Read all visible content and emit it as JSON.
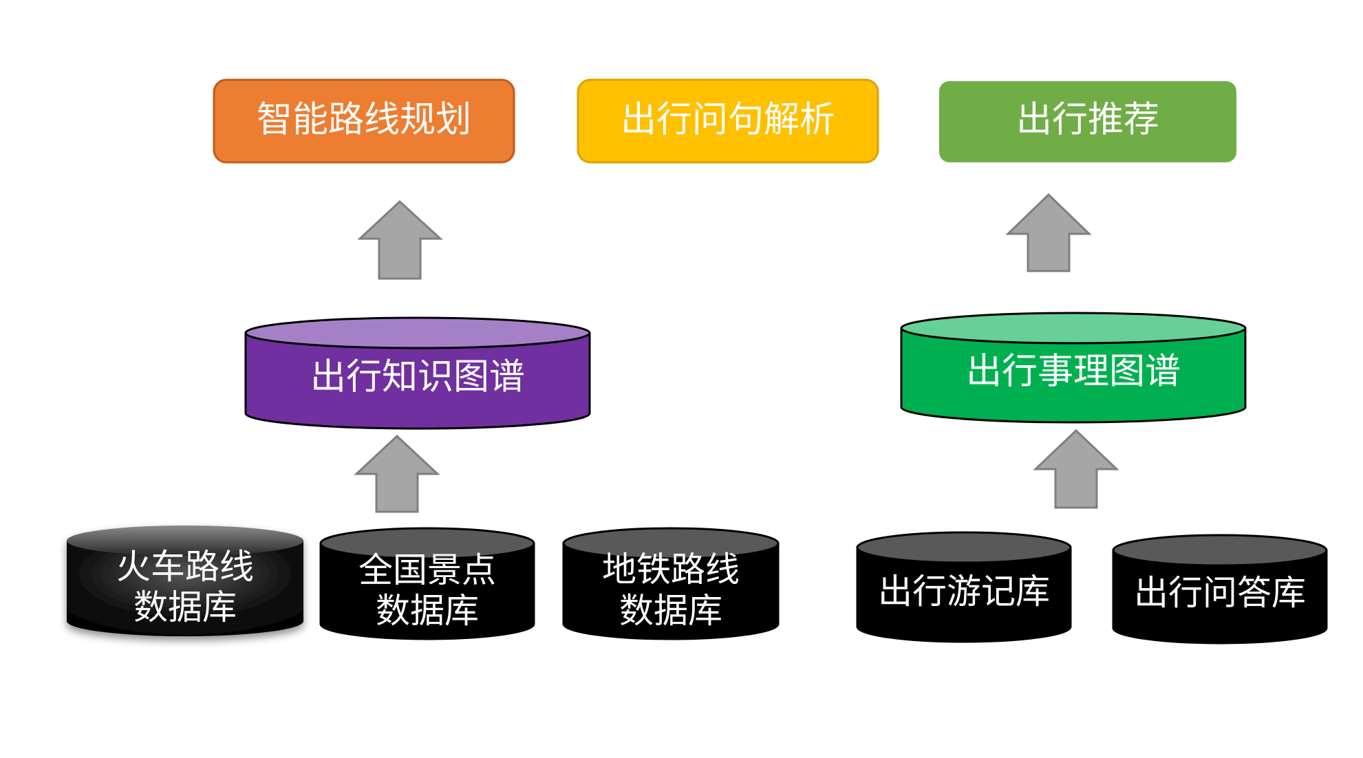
{
  "top_boxes": {
    "route_planning": {
      "label": "智能路线规划",
      "color": "#ED7D31"
    },
    "question_parsing": {
      "label": "出行问句解析",
      "color": "#FFC000"
    },
    "recommendation": {
      "label": "出行推荐",
      "color": "#70AD47"
    }
  },
  "graphs": {
    "knowledge_graph": {
      "label": "出行知识图谱",
      "color": "#7030A0",
      "top_color": "#A680C7"
    },
    "event_graph": {
      "label": "出行事理图谱",
      "color": "#00B050",
      "top_color": "#66D096"
    }
  },
  "databases": {
    "train": {
      "line1": "火车路线",
      "line2": "数据库"
    },
    "scenic": {
      "line1": "全国景点",
      "line2": "数据库"
    },
    "subway": {
      "line1": "地铁路线",
      "line2": "数据库"
    },
    "travelogue": {
      "label": "出行游记库"
    },
    "qa": {
      "label": "出行问答库"
    }
  },
  "arrow_color": "#A6A6A6"
}
